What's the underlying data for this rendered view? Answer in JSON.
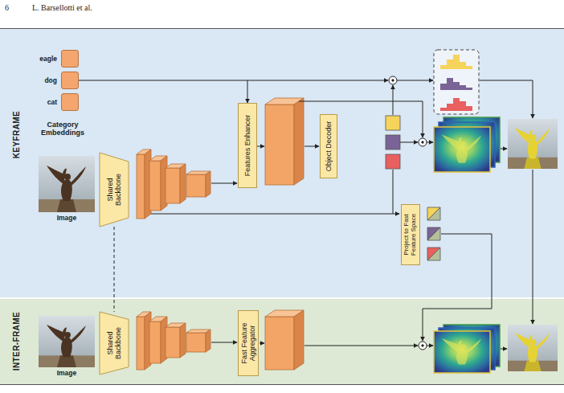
{
  "diagram": {
    "nodes": [
      {
        "text": [
          "KEYFRAME"
        ]
      },
      {
        "text": [
          "eagle"
        ],
        "in": 0
      },
      {
        "text": [
          "dog"
        ],
        "in": 0
      },
      {
        "text": [
          "cat"
        ],
        "in": 0
      },
      {
        "text": [
          "Image"
        ],
        "in": 0
      },
      {
        "text": [
          "Shared Backbone"
        ],
        "in": 0
      },
      {
        "text": [
          "Features Enhancer"
        ],
        "in": 0
      },
      {
        "text": [
          "Object Decoder"
        ],
        "in": 0
      },
      {
        "text": [
          "Project to Fast Feature Space"
        ],
        "in": 0
      },
      {
        "text": [
          "INTER-FRAME"
        ]
      },
      {
        "text": [
          "Image"
        ],
        "in": 9
      },
      {
        "text": [
          "Shared Backbone"
        ],
        "in": 9
      },
      {
        "text": [
          "Fast Feature Aggregator"
        ],
        "in": 9
      }
    ],
    "edges": [
      {
        "from": 2,
        "to": 6,
        "arrow": "to"
      },
      {
        "from": 5,
        "to": 11,
        "arrow": "none"
      }
    ],
    "labels": [
      "6",
      "L. Barsellotti et al.",
      "Category Embeddings"
    ]
  }
}
